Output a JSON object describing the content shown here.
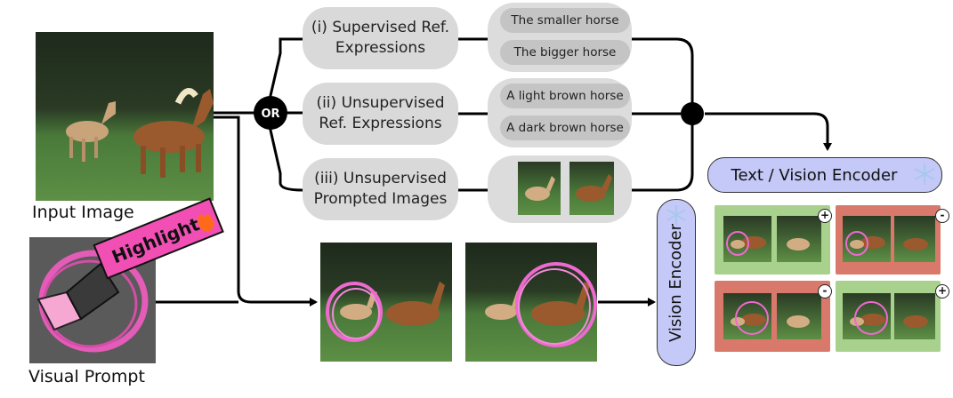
{
  "labels": {
    "input_image": "Input Image",
    "visual_prompt": "Visual Prompt",
    "or": "OR",
    "highlight": "Highlight",
    "vision_encoder": "Vision Encoder",
    "text_vision_encoder": "Text / Vision Encoder"
  },
  "options": [
    {
      "line1": "(i) Supervised Ref.",
      "line2": "Expressions",
      "items": [
        "The smaller horse",
        "The bigger horse"
      ]
    },
    {
      "line1": "(ii) Unsupervised",
      "line2": "Ref. Expressions",
      "items": [
        "A light brown horse",
        "A dark brown horse"
      ]
    },
    {
      "line1": "(iii) Unsupervised",
      "line2": "Prompted Images",
      "items": []
    }
  ],
  "signs": [
    "+",
    "-",
    "-",
    "+"
  ],
  "colors": {
    "pill_gray": "#d9d9d9",
    "inner_pill_gray": "#c4c4c4",
    "encoder_fill": "#c5c9f7",
    "highlight_pink": "#f24fb5",
    "positive_card": "#a9d18e",
    "negative_card": "#d9796c",
    "circle_pink": "#ee6ad0"
  },
  "icons": [
    "snowflake-icon",
    "fire-icon",
    "highlighter-icon",
    "arrow-icon"
  ]
}
